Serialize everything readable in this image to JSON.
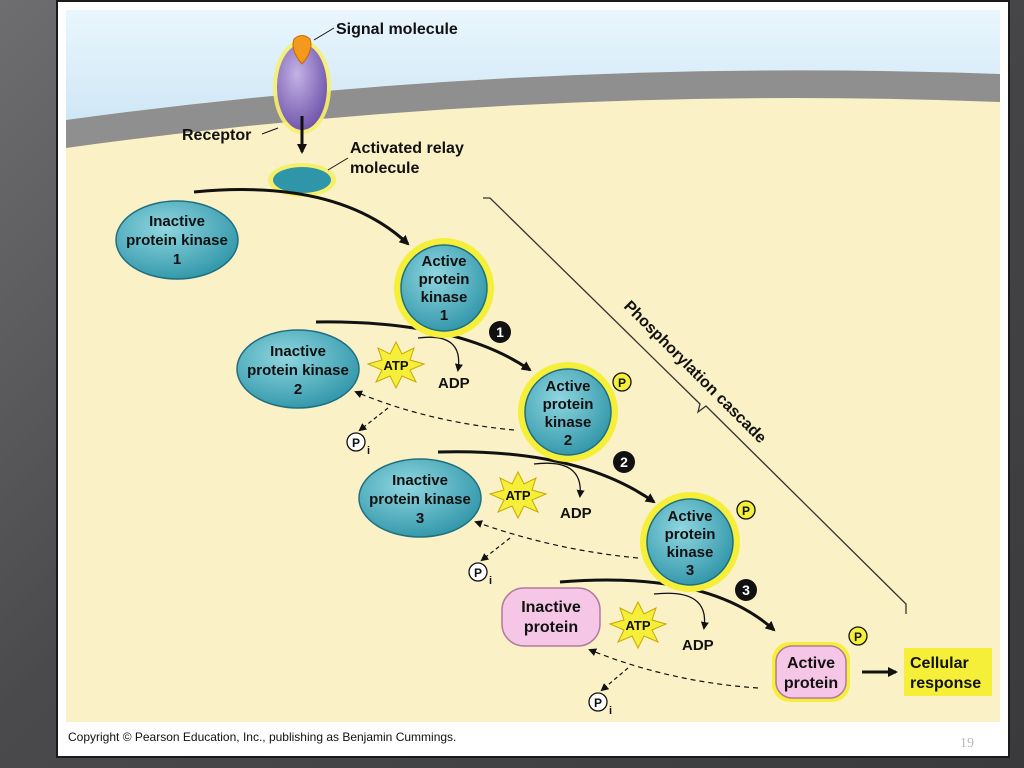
{
  "diagram": {
    "signal_molecule": "Signal molecule",
    "receptor": "Receptor",
    "relay_line1": "Activated relay",
    "relay_line2": "molecule",
    "inactive_kinase1": [
      "Inactive",
      "protein kinase",
      "1"
    ],
    "active_kinase1": [
      "Active",
      "protein",
      "kinase",
      "1"
    ],
    "inactive_kinase2": [
      "Inactive",
      "protein kinase",
      "2"
    ],
    "active_kinase2": [
      "Active",
      "protein",
      "kinase",
      "2"
    ],
    "inactive_kinase3": [
      "Inactive",
      "protein kinase",
      "3"
    ],
    "active_kinase3": [
      "Active",
      "protein",
      "kinase",
      "3"
    ],
    "inactive_protein": [
      "Inactive",
      "protein"
    ],
    "active_protein": [
      "Active",
      "protein"
    ],
    "atp": "ATP",
    "adp": "ADP",
    "phosphate": "P",
    "pi_sub": "i",
    "step1": "1",
    "step2": "2",
    "step3": "3",
    "cascade_label": "Phosphorylation cascade",
    "response_line1": "Cellular",
    "response_line2": "response"
  },
  "footer": {
    "copyright": "Copyright © Pearson Education, Inc., publishing as Benjamin Cummings.",
    "page_number": "19"
  },
  "colors": {
    "cytoplasm": "#fbf1c6",
    "extracellular": "#d6ecf8",
    "membrane": "#8f8f8f",
    "kinase": "#4fb3c4",
    "protein": "#f6c6e6",
    "highlight": "#f4ea21",
    "receptor": "#9a7fc6",
    "signal": "#f39a1e"
  }
}
